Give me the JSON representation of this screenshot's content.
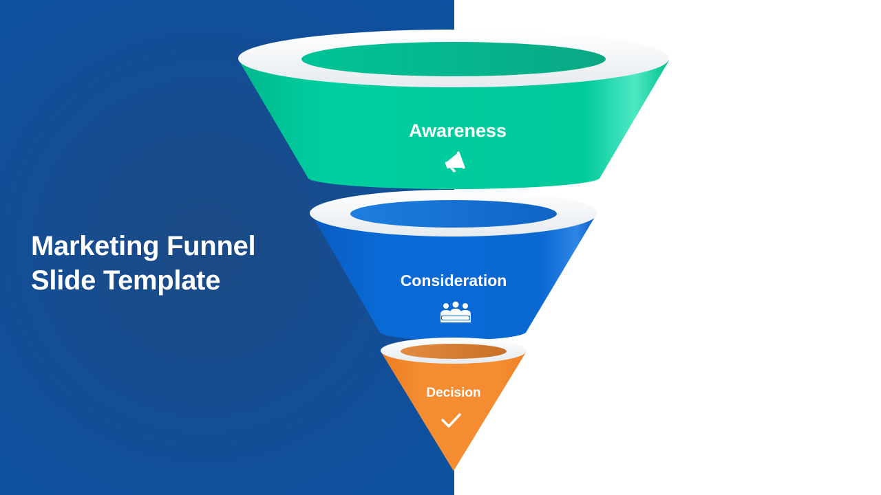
{
  "slide": {
    "title_line1": "Marketing Funnel",
    "title_line2": "Slide Template"
  },
  "funnel": {
    "stages": [
      {
        "label": "Awareness",
        "icon": "megaphone-icon",
        "color": "#00cc99"
      },
      {
        "label": "Consideration",
        "icon": "group-icon",
        "color": "#0a66cc"
      },
      {
        "label": "Decision",
        "icon": "checkmark-icon",
        "color": "#f5892f"
      }
    ]
  },
  "colors": {
    "left_panel": "#174c8e",
    "right_panel": "#ffffff"
  }
}
